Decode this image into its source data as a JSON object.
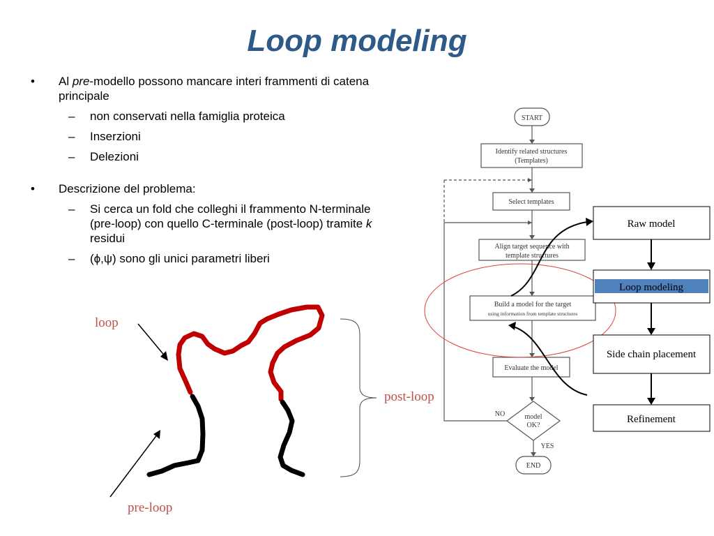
{
  "slide": {
    "title": "Loop modeling",
    "bullets": [
      {
        "prefix": "Al ",
        "em": "pre",
        "rest": "-modello possono mancare interi frammenti di catena principale",
        "subs": [
          "non conservati nella famiglia proteica",
          "Inserzioni",
          "Delezioni"
        ]
      },
      {
        "text": "Descrizione del problema:",
        "subs": [
          {
            "pre": "Si cerca un fold che colleghi il frammento N-terminale (pre-loop) con quello C-terminale (post-loop) tramite ",
            "em": "k",
            "post": " residui"
          },
          {
            "text": "(ϕ,ψ) sono gli unici parametri liberi"
          }
        ]
      }
    ]
  },
  "figure": {
    "label_loop": "loop",
    "label_preloop": "pre-loop",
    "label_postloop": "post-loop",
    "colors": {
      "loop": "#c00000",
      "chain": "#000000",
      "label": "#c0504d"
    }
  },
  "flowchart": {
    "start": "START",
    "step1_line1": "Identify related structures",
    "step1_line2": "(Templates)",
    "step2": "Select templates",
    "step3_line1": "Align target sequence with",
    "step3_line2": "template structures",
    "step4_line1": "Build a model for the target",
    "step4_line2": "using information from template structures",
    "step5": "Evaluate the model",
    "decision_line1": "model",
    "decision_line2": "OK?",
    "no_label": "NO",
    "yes_label": "YES",
    "end": "END"
  },
  "pipeline": {
    "boxes": [
      "Raw model",
      "Loop modeling",
      "Side chain placement",
      "Refinement"
    ],
    "highlight_color": "#4f81bd"
  }
}
